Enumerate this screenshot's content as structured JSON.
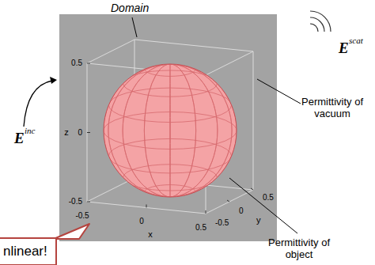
{
  "diagram": {
    "nodes": [
      {
        "text": [
          "nlinear!"
        ]
      }
    ],
    "labels": [
      "Domain",
      "E",
      "scat",
      "Permittivity of vacuum",
      "E",
      "inc",
      "0.5",
      "0",
      "-0.5",
      "z",
      "-0.5",
      "0",
      "0.5",
      "x",
      "-0.5",
      "0",
      "0.5",
      "y",
      "Permittivity of object"
    ]
  }
}
